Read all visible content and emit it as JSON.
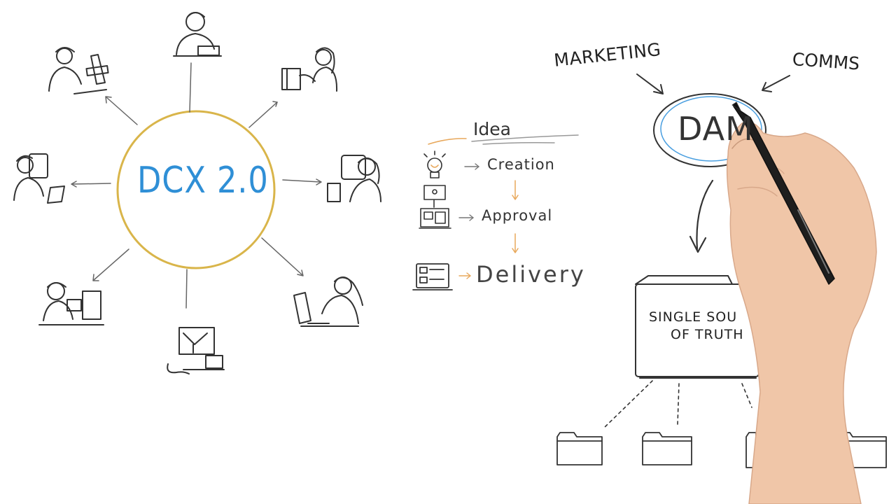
{
  "hub": {
    "title": "DCX 2.0"
  },
  "workflow": {
    "steps": [
      "Idea",
      "Creation",
      "Approval",
      "Delivery"
    ]
  },
  "dam": {
    "inputs": [
      "MARKETING",
      "COMMS"
    ],
    "label": "DAM",
    "folder_label_line1": "SINGLE SOU",
    "folder_label_line2": "OF TRUTH"
  },
  "colors": {
    "hub_circle": "#d9b54a",
    "hub_text": "#2f8fd6",
    "flow_arrow": "#e8a85c",
    "ink": "#222222",
    "dam_ring": "#4a9fe0",
    "skin": "#f0c6a8"
  }
}
